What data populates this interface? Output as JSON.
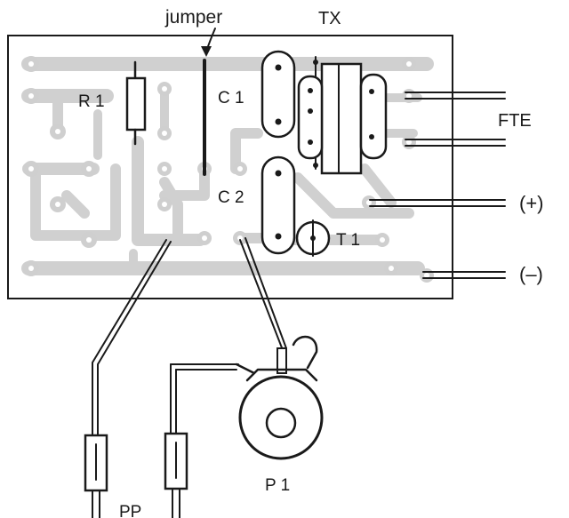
{
  "labels": {
    "jumper": "jumper",
    "tx": "TX",
    "r1": "R 1",
    "c1": "C 1",
    "c2": "C 2",
    "t1": "T 1",
    "fte": "FTE",
    "plus": "(+)",
    "minus": "(–)",
    "pp": "PP",
    "p1": "P 1"
  },
  "colors": {
    "ink": "#1a1a1a",
    "trace": "#d0d0d0",
    "board_outline": "#1a1a1a",
    "background": "#ffffff"
  }
}
